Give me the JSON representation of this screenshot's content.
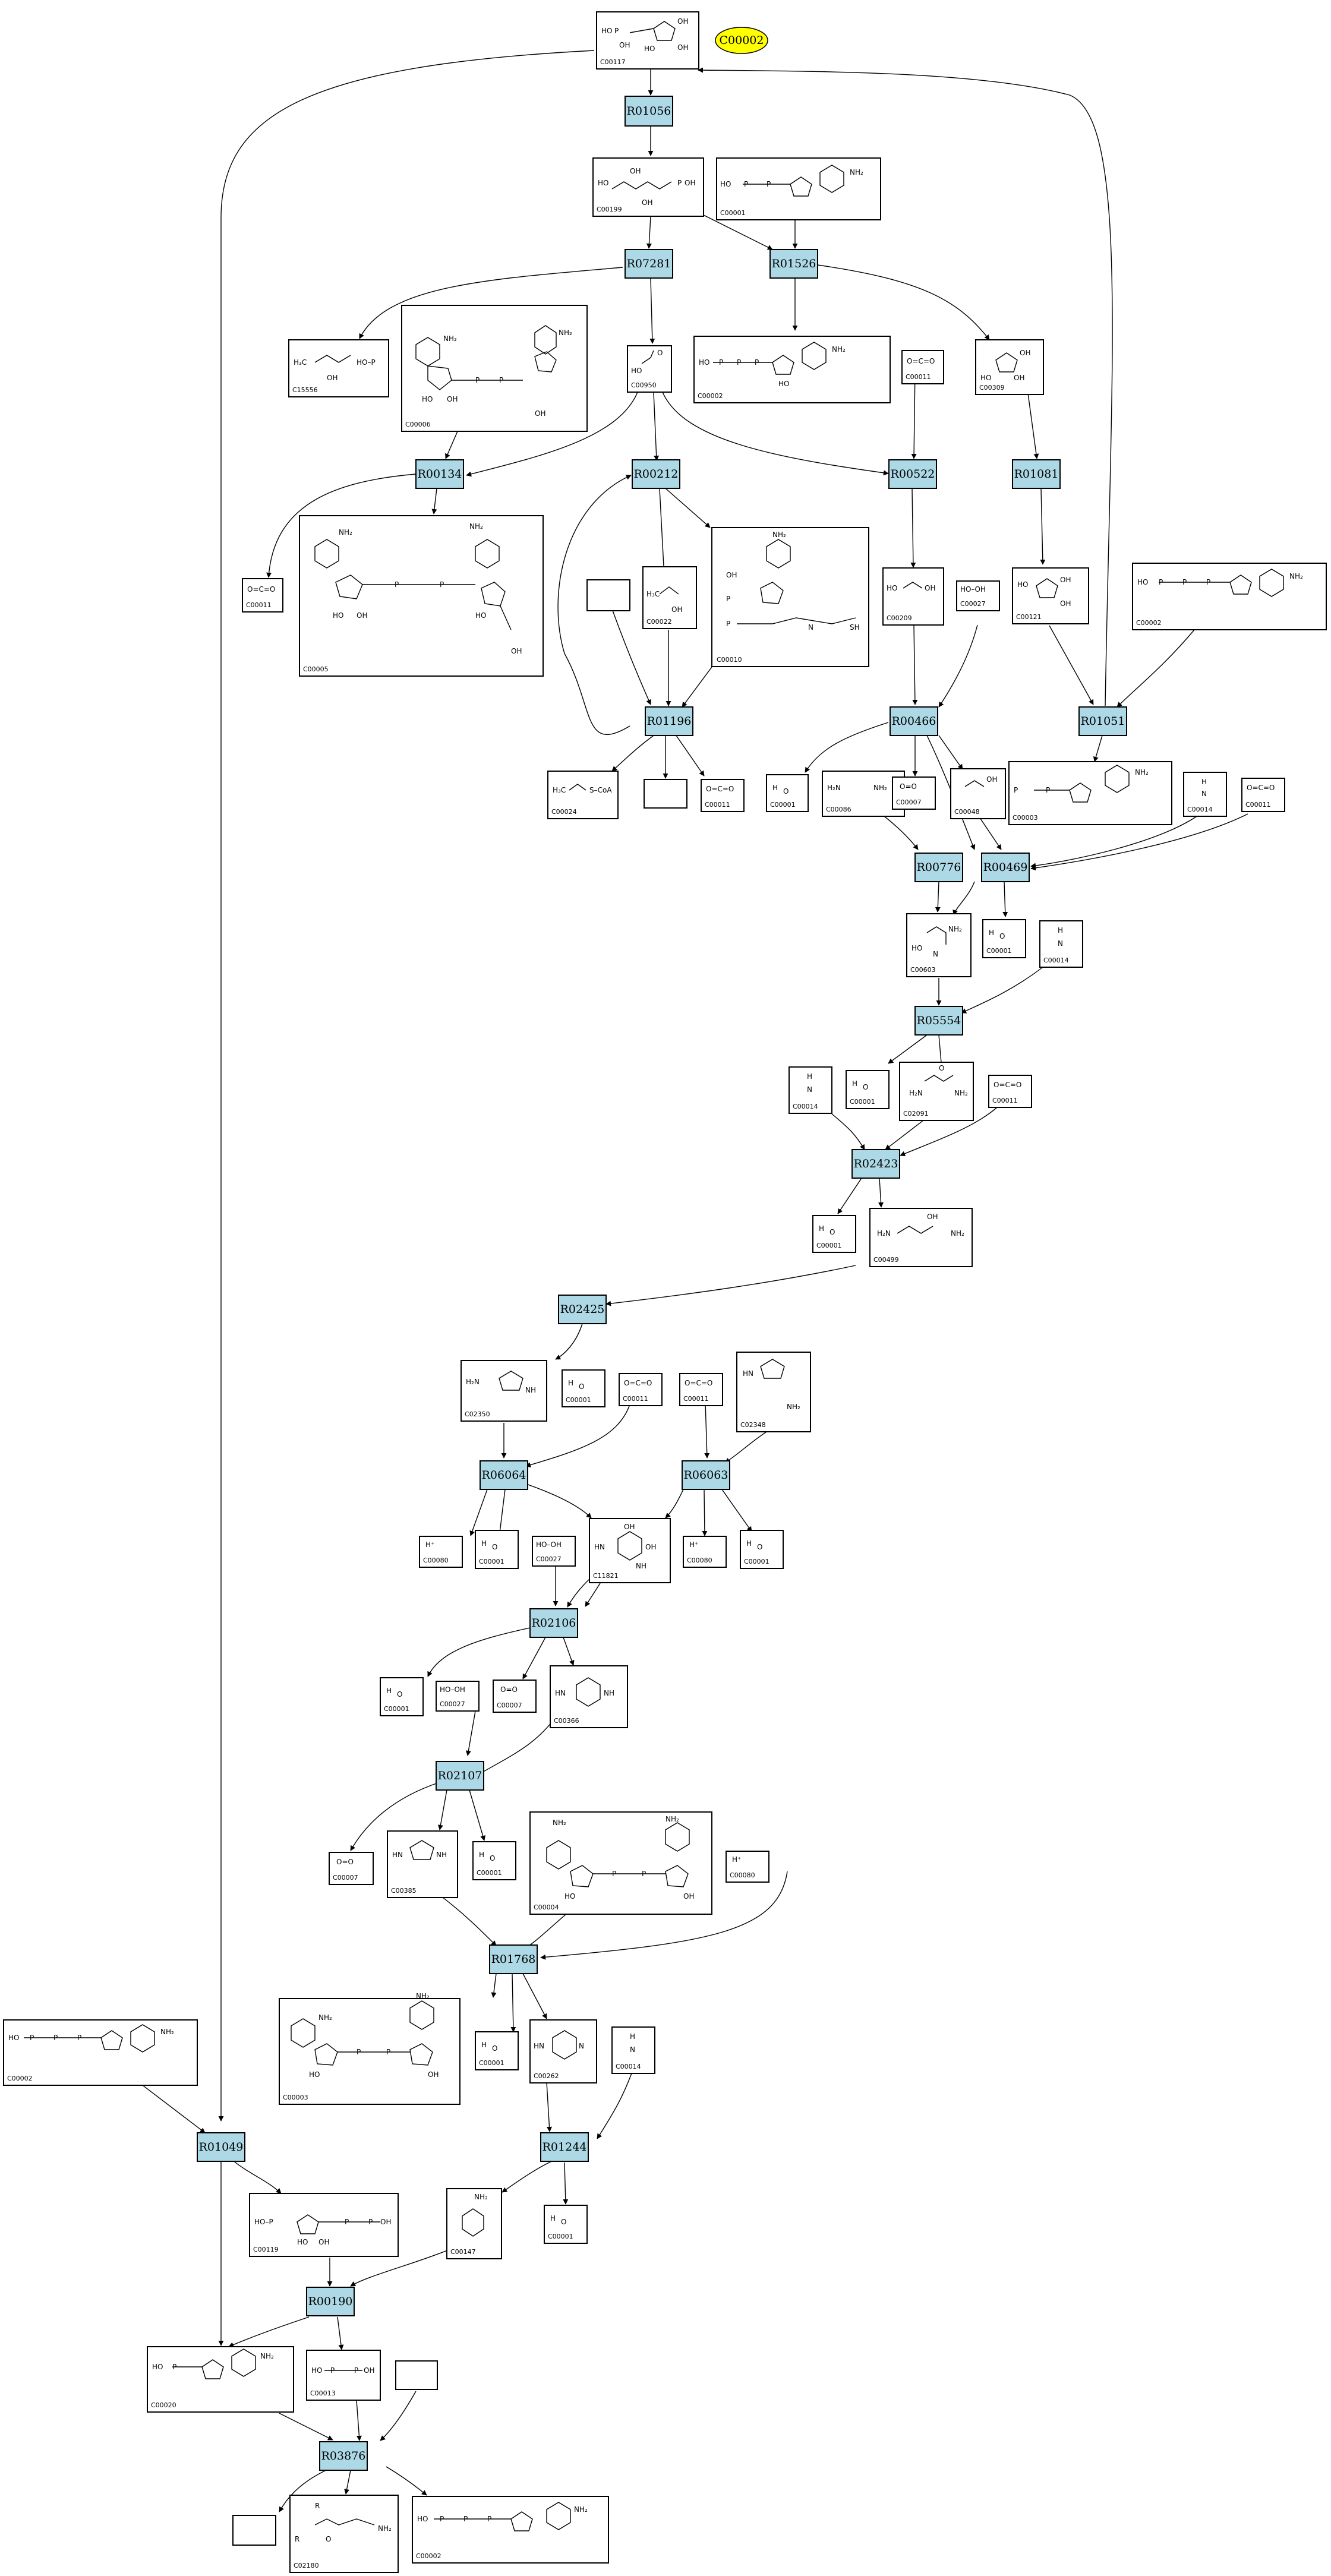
{
  "highlight_node": "C00002",
  "reactions": [
    "R01056",
    "R07281",
    "R01526",
    "R00134",
    "R00212",
    "R00522",
    "R01081",
    "R01196",
    "R00466",
    "R01051",
    "R00776",
    "R00469",
    "R05554",
    "R02423",
    "R02425",
    "R06064",
    "R06063",
    "R02106",
    "R02107",
    "R01768",
    "R01049",
    "R01244",
    "R00190",
    "R03876"
  ],
  "compounds": {
    "c117": "C00117",
    "c199": "C00199",
    "c001a": "C00001",
    "c15556": "C15556",
    "c006a": "C00006",
    "c0950": "C00950",
    "c002a": "C00002",
    "c011a": "C00011",
    "c309": "C00309",
    "c011b": "C00011",
    "c005": "C00005",
    "c022": "C00022",
    "c010": "C00010",
    "c209": "C00209",
    "c027a": "C00027",
    "c121": "C00121",
    "c002b": "C00002",
    "c024": "C00024",
    "c011c": "C00011",
    "c001b": "C00001",
    "c086": "C00086",
    "c007a": "C00007",
    "c048": "C00048",
    "c003a": "C00003",
    "c014a": "C00014",
    "c011d": "C00011",
    "c603": "C00603",
    "c001c": "C00001",
    "c014b": "C00014",
    "c014c": "C00014",
    "c001d": "C00001",
    "c2091": "C02091",
    "c011e": "C00011",
    "c001e": "C00001",
    "c499": "C00499",
    "c2350": "C02350",
    "c001f": "C00001",
    "c011f": "C00011",
    "c011g": "C00011",
    "c2348": "C02348",
    "c080a": "C00080",
    "c001g": "C00001",
    "c027b": "C00027",
    "c11821": "C11821",
    "c080b": "C00080",
    "c001h": "C00001",
    "c001i": "C00001",
    "c027c": "C00027",
    "c007b": "C00007",
    "c366": "C00366",
    "c007c": "C00007",
    "c385": "C00385",
    "c001j": "C00001",
    "c004": "C00004",
    "c080c": "C00080",
    "c002c": "C00002",
    "c003b": "C00003",
    "c001k": "C00001",
    "c262": "C00262",
    "c014d": "C00014",
    "c119": "C00119",
    "c147": "C00147",
    "c001l": "C00001",
    "c020": "C00020",
    "c013": "C00013",
    "c2180": "C02180",
    "c002d": "C00002"
  },
  "atoms": {
    "O": "O",
    "OH": "OH",
    "HO": "HO",
    "HOP": "HO–P",
    "P": "P",
    "OO": "O=C=O",
    "OdO": "O=O",
    "HOOH": "HO–OH",
    "H": "H",
    "Hp": "H⁺",
    "N": "N",
    "NH": "NH",
    "HN": "HN",
    "NH2": "NH₂",
    "H2N": "H₂N",
    "H3C": "H₃C",
    "SCoA": "S–CoA",
    "SH": "SH",
    "R": "R"
  }
}
